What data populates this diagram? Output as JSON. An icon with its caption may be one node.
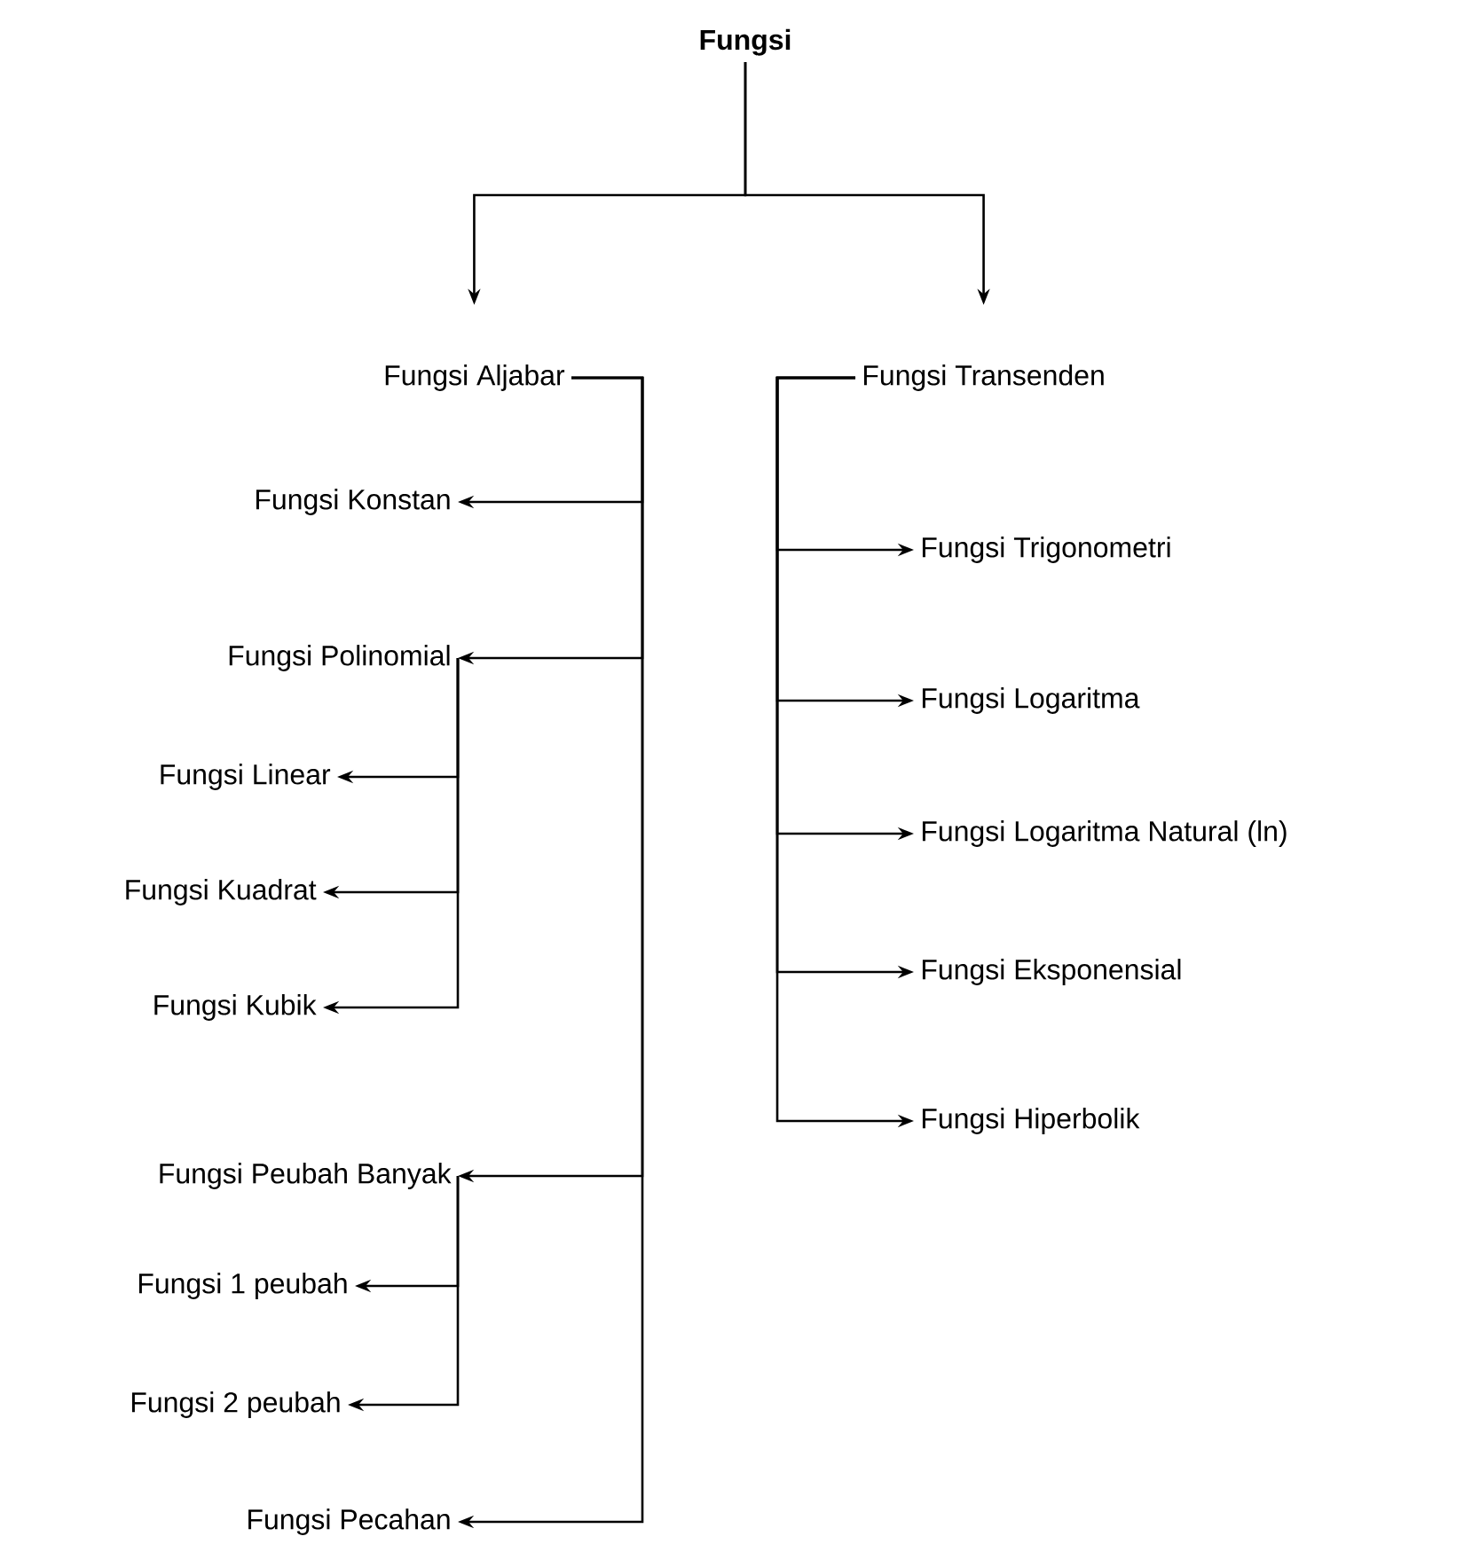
{
  "diagram": {
    "nodes": [
      {
        "text": [
          "Fungsi"
        ]
      },
      {
        "text": [
          "Fungsi Aljabar"
        ]
      },
      {
        "text": [
          "Fungsi Transenden"
        ]
      },
      {
        "text": [
          "Fungsi Konstan"
        ]
      },
      {
        "text": [
          "Fungsi Polinomial"
        ]
      },
      {
        "text": [
          "Fungsi Linear"
        ]
      },
      {
        "text": [
          "Fungsi Kuadrat"
        ]
      },
      {
        "text": [
          "Fungsi Kubik"
        ]
      },
      {
        "text": [
          "Fungsi Peubah Banyak"
        ]
      },
      {
        "text": [
          "Fungsi 1 peubah"
        ]
      },
      {
        "text": [
          "Fungsi 2 peubah"
        ]
      },
      {
        "text": [
          "Fungsi Pecahan"
        ]
      },
      {
        "text": [
          "Fungsi Trigonometri"
        ]
      },
      {
        "text": [
          "Fungsi Logaritma"
        ]
      },
      {
        "text": [
          "Fungsi Logaritma Natural (ln)"
        ]
      },
      {
        "text": [
          "Fungsi Eksponensial"
        ]
      },
      {
        "text": [
          "Fungsi Hiperbolik"
        ]
      }
    ],
    "edges": [
      {
        "from": 0,
        "to": 1,
        "arrow": "to"
      },
      {
        "from": 0,
        "to": 2,
        "arrow": "to"
      },
      {
        "from": 1,
        "to": 3,
        "arrow": "to"
      },
      {
        "from": 1,
        "to": 4,
        "arrow": "to"
      },
      {
        "from": 4,
        "to": 5,
        "arrow": "to"
      },
      {
        "from": 4,
        "to": 6,
        "arrow": "to"
      },
      {
        "from": 4,
        "to": 7,
        "arrow": "to"
      },
      {
        "from": 1,
        "to": 8,
        "arrow": "to"
      },
      {
        "from": 8,
        "to": 9,
        "arrow": "to"
      },
      {
        "from": 8,
        "to": 10,
        "arrow": "to"
      },
      {
        "from": 1,
        "to": 11,
        "arrow": "to"
      },
      {
        "from": 2,
        "to": 12,
        "arrow": "to"
      },
      {
        "from": 2,
        "to": 13,
        "arrow": "to"
      },
      {
        "from": 2,
        "to": 14,
        "arrow": "to"
      },
      {
        "from": 2,
        "to": 15,
        "arrow": "to"
      },
      {
        "from": 2,
        "to": 16,
        "arrow": "to"
      }
    ]
  }
}
